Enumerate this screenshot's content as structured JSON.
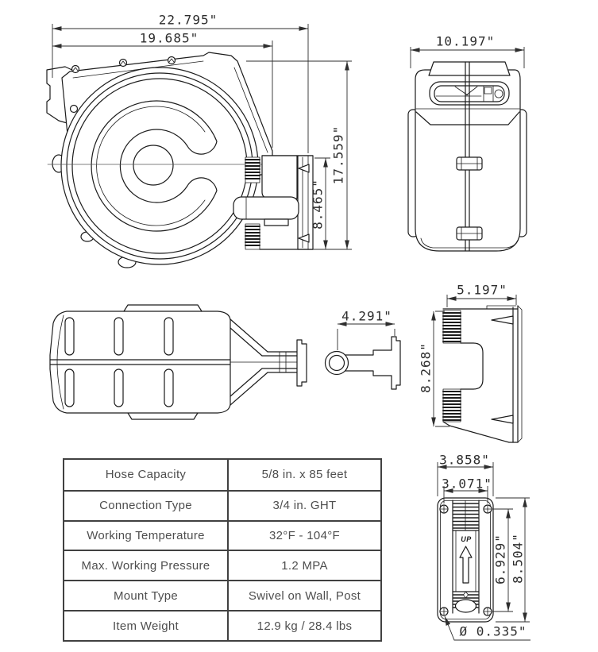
{
  "colors": {
    "line": "#1c1c1c",
    "dimension_text": "#2d2d2d",
    "table_border": "#414141",
    "table_text": "#4e4e4e",
    "background": "#ffffff"
  },
  "dims": {
    "front_total_width": "22.795\"",
    "front_body_width": "19.685\"",
    "front_total_height": "17.559\"",
    "front_bracket_height": "8.465\"",
    "side_width": "10.197\"",
    "swivel_arm_length": "4.291\"",
    "bracket_width": "5.197\"",
    "bracket_height": "8.268\"",
    "plate_width": "3.858\"",
    "plate_hole_span_x": "3.071\"",
    "plate_hole_span_y": "6.929\"",
    "plate_height": "8.504\"",
    "plate_hole_dia": "Ø 0.335\""
  },
  "mount_plate": {
    "up_label": "UP"
  },
  "spec_table": {
    "rows": [
      {
        "label": "Hose Capacity",
        "value": "5/8 in. x 85 feet"
      },
      {
        "label": "Connection Type",
        "value": "3/4 in. GHT"
      },
      {
        "label": "Working Temperature",
        "value": "32°F - 104°F"
      },
      {
        "label": "Max. Working Pressure",
        "value": "1.2 MPA"
      },
      {
        "label": "Mount Type",
        "value": "Swivel on Wall, Post"
      },
      {
        "label": "Item Weight",
        "value": "12.9 kg / 28.4 lbs"
      }
    ]
  }
}
